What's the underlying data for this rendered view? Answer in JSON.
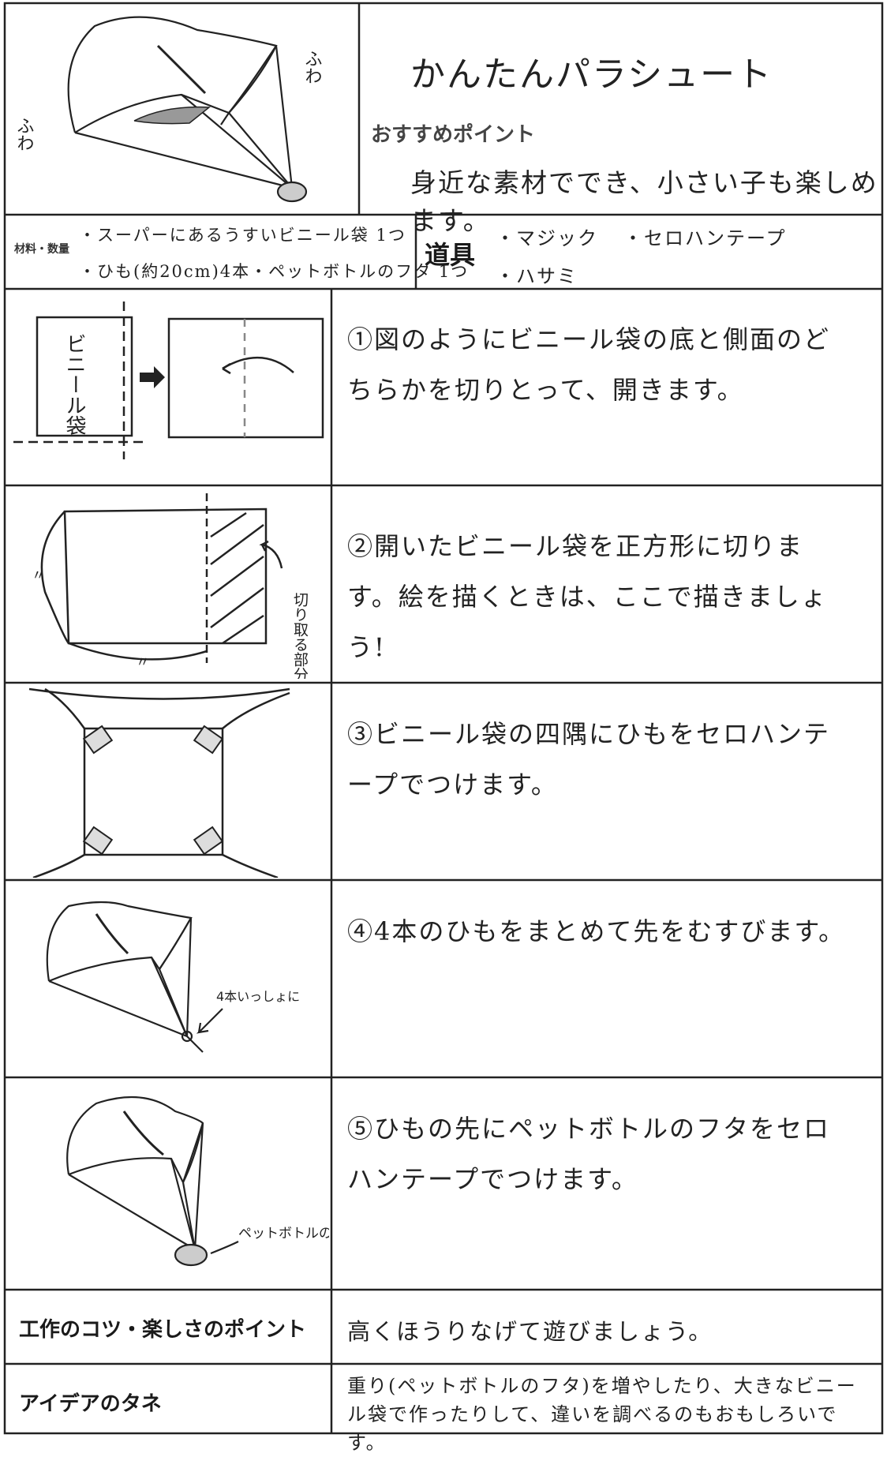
{
  "header": {
    "title": "かんたんパラシュート",
    "point_label": "おすすめポイント",
    "point_text": "身近な素材ででき、小さい子も楽しめます。",
    "sketch_labels": [
      "ふわ",
      "ふわ"
    ]
  },
  "materials": {
    "label": "材料・数量",
    "lines": [
      "・スーパーにあるうすいビニール袋 1つ",
      "・ひも(約20cm)4本・ペットボトルのフタ 1つ"
    ]
  },
  "tools": {
    "label": "道具",
    "items": [
      "・マジック",
      "・セロハンテープ",
      "・ハサミ"
    ]
  },
  "steps": [
    {
      "text": "①図のようにビニール袋の底と側面のどちらかを切りとって、開きます。",
      "diagram_labels": [
        "ビニール袋"
      ]
    },
    {
      "text": "②開いたビニール袋を正方形に切ります。絵を描くときは、ここで描きましょう!",
      "diagram_labels": [
        "切り取る部分",
        "〃",
        "〃"
      ]
    },
    {
      "text": "③ビニール袋の四隅にひもをセロハンテープでつけます。",
      "diagram_labels": []
    },
    {
      "text": "④4本のひもをまとめて先をむすびます。",
      "diagram_labels": [
        "4本いっしょに"
      ]
    },
    {
      "text": "⑤ひもの先にペットボトルのフタをセロハンテープでつけます。",
      "diagram_labels": [
        "ペットボトルのフタ"
      ]
    }
  ],
  "bottom": {
    "tip_label": "工作のコツ・楽しさのポイント",
    "tip_text": "高くほうりなげて遊びましょう。",
    "idea_label": "アイデアのタネ",
    "idea_text": "重り(ペットボトルのフタ)を増やしたり、大きなビニール袋で作ったりして、違いを調べるのもおもしろいです。"
  }
}
